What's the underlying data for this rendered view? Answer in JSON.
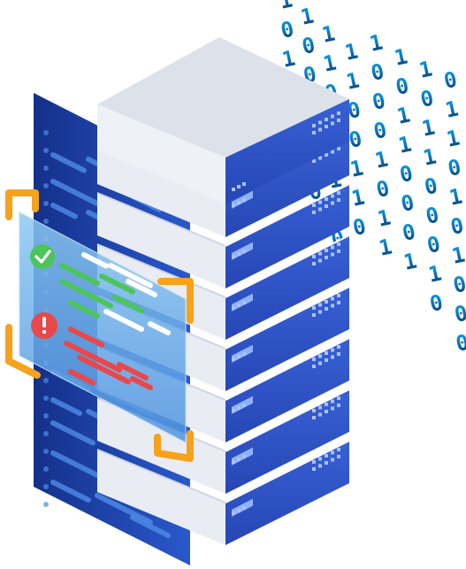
{
  "illustration": {
    "binary_columns": [
      "1011000",
      "1001110",
      "11010100",
      "1100110",
      "10001011",
      "10110001",
      "101100010",
      "0110101000"
    ],
    "colors": {
      "binary_top": "#0aa6e6",
      "binary_bottom": "#0a2d57",
      "server_top": "#dde1ea",
      "server_front": "#2f54c8",
      "server_side": "#e9ecf3",
      "panel_dark": "#1d3f9e",
      "screen": "#5fa9e8",
      "bracket": "#f7a21b",
      "ok_green": "#4cc55b",
      "error_red": "#e8484a"
    },
    "icons": [
      "server-rack-icon",
      "checkmark-icon",
      "alert-icon",
      "corner-bracket-icon"
    ]
  }
}
